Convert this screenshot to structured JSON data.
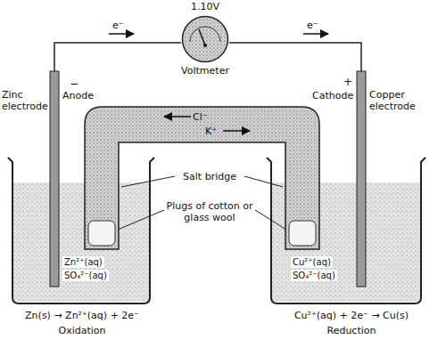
{
  "diagram": {
    "nodes": [
      {
        "text": [
          "1.10V",
          "Voltmeter"
        ]
      }
    ],
    "labels": [
      "e⁻",
      "e⁻",
      "−",
      "Anode",
      "Zinc electrode",
      "+",
      "Cathode",
      "Copper electrode",
      "Cl⁻",
      "K⁺",
      "Salt bridge",
      "Plugs of cotton or glass wool",
      "Zn²⁺(aq)",
      "SO₄²⁻(aq)",
      "Cu²⁺(aq)",
      "SO₄²⁻(aq)",
      "Zn(s) → Zn²⁺(aq) + 2e⁻",
      "Oxidation",
      "Cu²⁺(aq) + 2e⁻ → Cu(s)",
      "Reduction"
    ]
  }
}
